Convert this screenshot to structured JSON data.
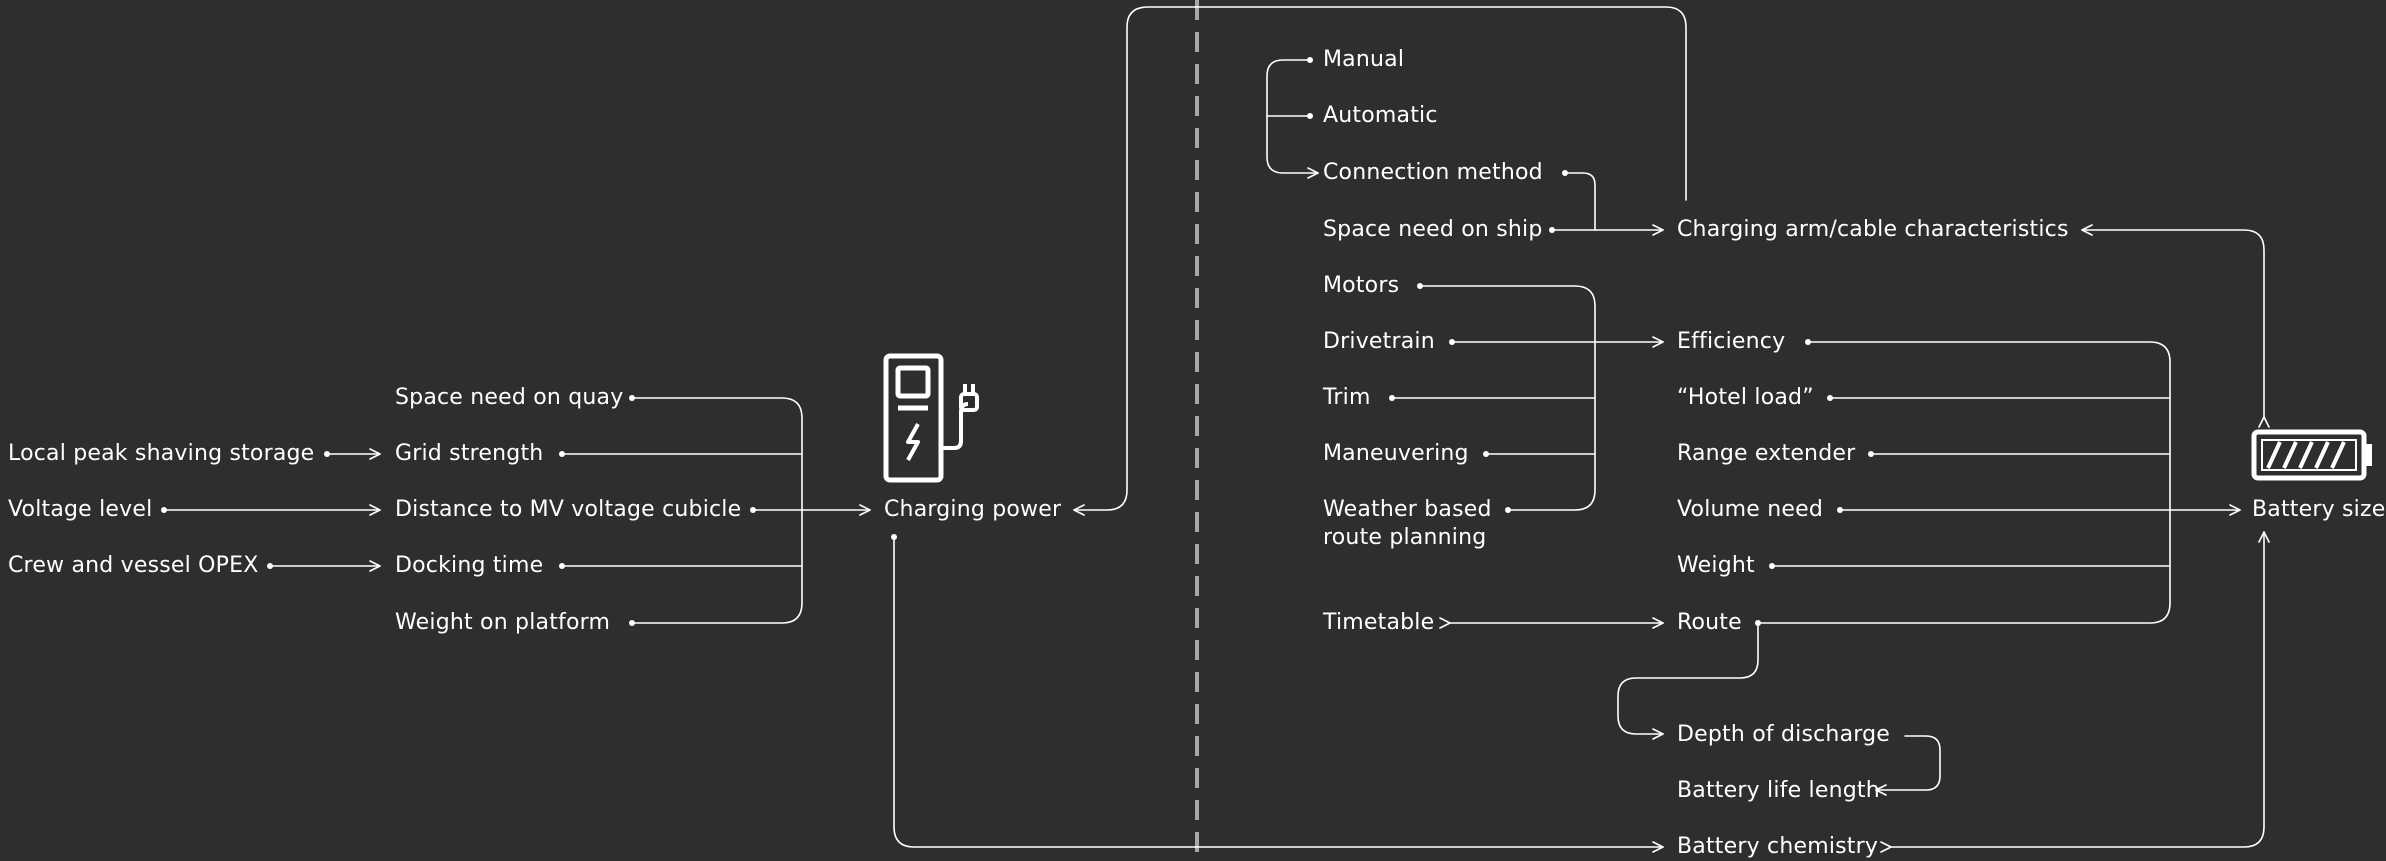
{
  "colors": {
    "background": "#2e2e2e",
    "foreground": "#ffffff",
    "divider": "#a8a8a8"
  },
  "left": {
    "inputs": {
      "local_peak_shaving": "Local peak shaving storage",
      "voltage_level": "Voltage level",
      "crew_opex": "Crew and vessel OPEX"
    },
    "factors": {
      "space_quay": "Space need on quay",
      "grid_strength": "Grid strength",
      "distance_mv": "Distance to MV voltage cubicle",
      "docking_time": "Docking time",
      "weight_platform": "Weight on platform"
    },
    "charging_power": "Charging power",
    "charger_icon": "charging-station-icon"
  },
  "right": {
    "connection": {
      "manual": "Manual",
      "automatic": "Automatic",
      "method": "Connection method",
      "space_ship": "Space need on ship",
      "arm_cable": "Charging arm/cable characteristics"
    },
    "propulsion": {
      "motors": "Motors",
      "drivetrain": "Drivetrain",
      "trim": "Trim",
      "maneuvering": "Maneuvering",
      "weather_routing": "Weather based route planning"
    },
    "energy": {
      "efficiency": "Efficiency",
      "hotel_load": "“Hotel load”",
      "range_extender": "Range extender",
      "volume_need": "Volume need",
      "weight": "Weight"
    },
    "timetable": "Timetable",
    "route": "Route",
    "depth_discharge": "Depth of discharge",
    "battery_life": "Battery life length",
    "battery_chemistry": "Battery chemistry",
    "battery_size": "Battery size",
    "battery_icon": "battery-icon"
  }
}
